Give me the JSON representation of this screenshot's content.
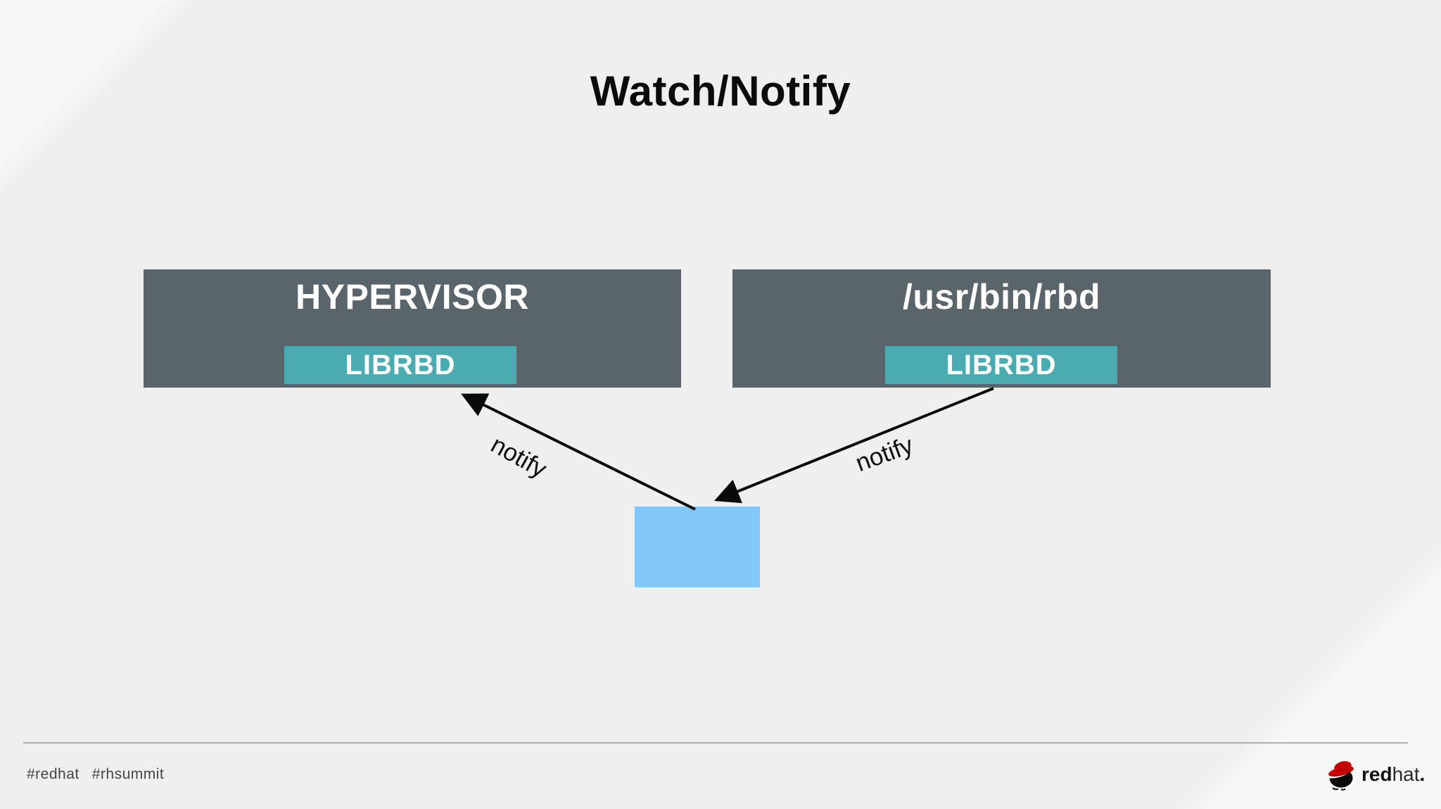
{
  "slide": {
    "title": "Watch/Notify",
    "colors": {
      "background": "#efefef",
      "background_highlight": "#f7f7f8",
      "node_gray": "#5a646b",
      "node_teal": "#4aabb1",
      "watcher_blue": "#83c8f9",
      "arrow_black": "#0a0a0a",
      "divider_gray": "#adadad",
      "redhat_red": "#cc0000"
    }
  },
  "diagram": {
    "left_node": {
      "title": "HYPERVISOR",
      "sublabel": "LIBRBD"
    },
    "right_node": {
      "title": "/usr/bin/rbd",
      "sublabel": "LIBRBD"
    },
    "arrows": {
      "left_label": "notify",
      "right_label": "notify"
    }
  },
  "footer": {
    "hashtags": [
      "#redhat",
      "#rhsummit"
    ],
    "logo": {
      "red": "red",
      "hat": "hat",
      "dot": "."
    }
  }
}
